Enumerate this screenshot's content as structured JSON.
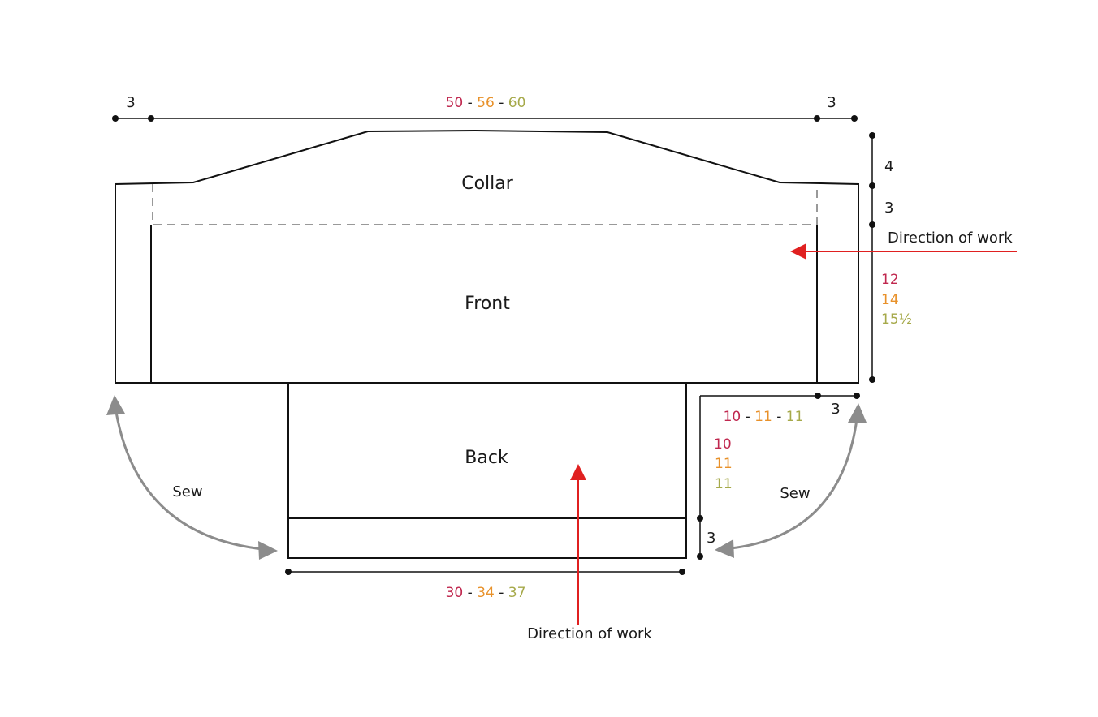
{
  "colors": {
    "size1": "#c0284f",
    "size2": "#e8912a",
    "size3": "#a6a94a",
    "outline": "#111111",
    "sew": "#8c8c8c",
    "direction": "#e02020",
    "fold_line": "#999999"
  },
  "pieces": {
    "collar": "Collar",
    "front": "Front",
    "back": "Back"
  },
  "labels": {
    "direction_right": "Direction of work",
    "direction_bottom": "Direction of work",
    "sew_left": "Sew",
    "sew_right": "Sew"
  },
  "dimensions": {
    "top_left_edge": "3",
    "top_right_edge": "3",
    "top_width": {
      "s1": "50",
      "sep1": " - ",
      "s2": "56",
      "sep2": " - ",
      "s3": "60"
    },
    "collar_height_upper": "4",
    "collar_height_lower": "3",
    "front_height": {
      "s1": "12",
      "s2": "14",
      "s3": "15½"
    },
    "right_piece_width": {
      "s1": "10",
      "sep1": " - ",
      "s2": "11",
      "sep2": " - ",
      "s3": "11"
    },
    "right_piece_edge": "3",
    "back_height": {
      "s1": "10",
      "s2": "11",
      "s3": "11"
    },
    "back_band": "3",
    "back_width": {
      "s1": "30",
      "sep1": " - ",
      "s2": "34",
      "sep2": " - ",
      "s3": "37"
    }
  }
}
